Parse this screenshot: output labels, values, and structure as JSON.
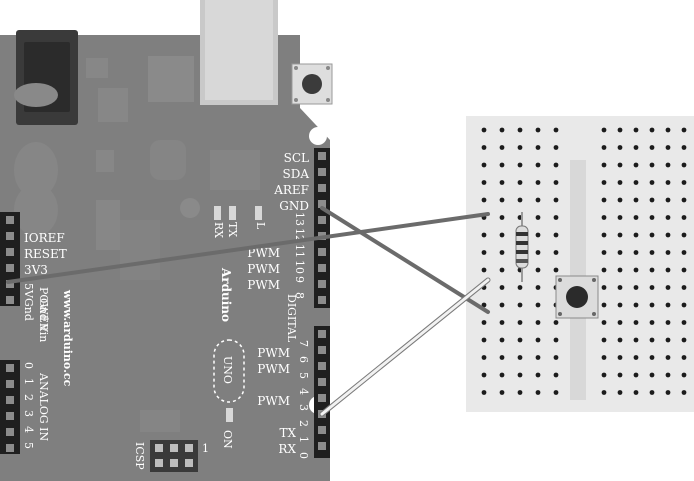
{
  "board": {
    "brand": "Arduino",
    "website": "www.arduino.cc",
    "model": "UNO",
    "on_label": "ON",
    "icsp_label": "ICSP",
    "icsp_pin": "1",
    "tx_led": "TX",
    "rx_led": "RX",
    "l_led": "L",
    "digital_label": "DIGITAL",
    "right_header_labels": [
      "SCL",
      "SDA",
      "AREF",
      "GND"
    ],
    "digital_numbers": [
      "13",
      "12",
      "11",
      "10",
      "9",
      "8",
      "7",
      "6",
      "5",
      "4",
      "3",
      "2",
      "1",
      "0"
    ],
    "pwm_label": "PWM",
    "tx_pin_label": "TX",
    "rx_pin_label": "RX",
    "power_labels": [
      "IOREF",
      "RESET",
      "3V3"
    ],
    "power_vertical": [
      "5V",
      "Gnd",
      "Gnd",
      "Vin"
    ],
    "power_group": "POWER",
    "analog_group": "ANALOG IN",
    "analog_numbers": [
      "0",
      "1",
      "2",
      "3",
      "4",
      "5"
    ]
  },
  "colors": {
    "board": "#7f7f7f",
    "board_dark": "#6a6a6a",
    "breadboard": "#e9e9e9",
    "wire_gray": "#6b6b6b",
    "wire_white": "#f2f2f2"
  }
}
